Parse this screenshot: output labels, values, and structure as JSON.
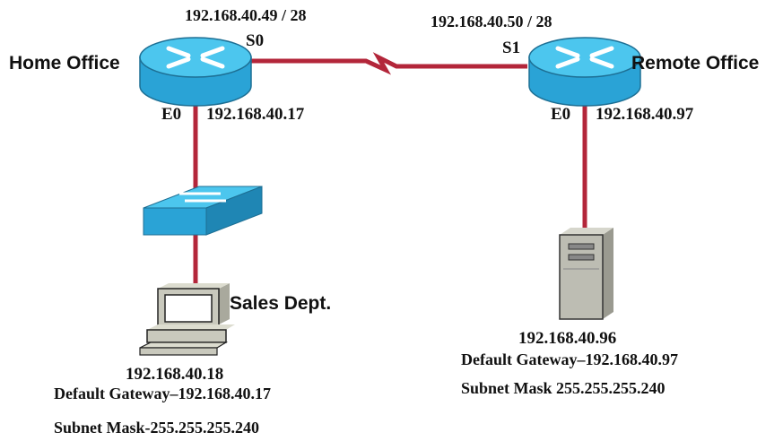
{
  "colors": {
    "router_body": "#2aa3d6",
    "router_top": "#4cc6ee",
    "router_arrows": "#ffffff",
    "link": "#b3263a",
    "switch_body": "#2aa3d6",
    "pc": "#c9c9bd",
    "server": "#bdbdb3",
    "text": "#111111"
  },
  "icons": {
    "home_router": "router-icon",
    "remote_router": "router-icon",
    "switch": "switch-icon",
    "sales_pc": "desktop-computer-icon",
    "remote_server": "server-tower-icon"
  },
  "home_router": {
    "name": "Home Office",
    "serial_label": "S0",
    "serial_ip": "192.168.40.49 / 28",
    "eth_label": "E0",
    "eth_ip": "192.168.40.17"
  },
  "remote_router": {
    "name": "Remote Office",
    "serial_label": "S1",
    "serial_ip": "192.168.40.50 / 28",
    "eth_label": "E0",
    "eth_ip": "192.168.40.97"
  },
  "sales_pc": {
    "name": "Sales Dept.",
    "ip": "192.168.40.18",
    "gateway": "Default Gateway–192.168.40.17",
    "mask": "Subnet Mask-255.255.255.240"
  },
  "remote_server": {
    "ip": "192.168.40.96",
    "gateway": "Default Gateway–192.168.40.97",
    "mask": "Subnet Mask 255.255.255.240"
  }
}
